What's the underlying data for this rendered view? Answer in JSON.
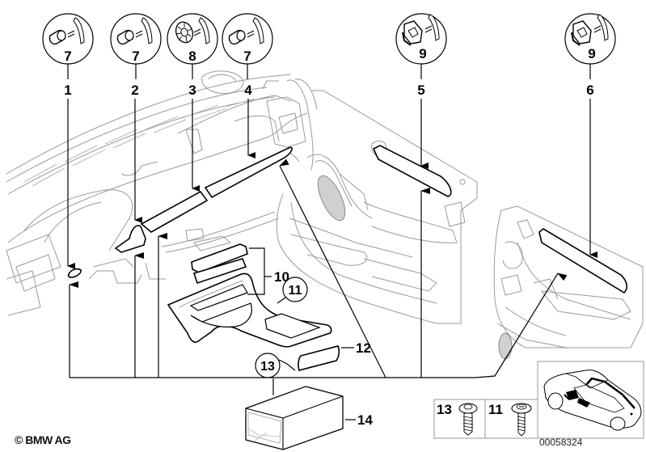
{
  "diagram": {
    "title": "Interior trim strips - parts diagram",
    "clip_callouts": [
      {
        "part": "1",
        "clip": "7",
        "clip_type": "screw-clip"
      },
      {
        "part": "2",
        "clip": "7",
        "clip_type": "screw-clip"
      },
      {
        "part": "3",
        "clip": "8",
        "clip_type": "round-clip"
      },
      {
        "part": "4",
        "clip": "7",
        "clip_type": "screw-clip"
      },
      {
        "part": "5",
        "clip": "9",
        "clip_type": "square-nut-clip"
      },
      {
        "part": "6",
        "clip": "9",
        "clip_type": "square-nut-clip"
      }
    ],
    "labels": {
      "p1": "1",
      "p2": "2",
      "p3": "3",
      "p4": "4",
      "p5": "5",
      "p6": "6",
      "c7a": "7",
      "c7b": "7",
      "c8": "8",
      "c7c": "7",
      "c9a": "9",
      "c9b": "9",
      "p10": "10",
      "p11": "11",
      "p12": "12",
      "p13": "13",
      "p14": "14"
    },
    "screw_legend": [
      {
        "number": "13",
        "item": "screw"
      },
      {
        "number": "11",
        "item": "screw"
      }
    ],
    "copyright": "© BMW AG",
    "document_number": "00058324"
  }
}
